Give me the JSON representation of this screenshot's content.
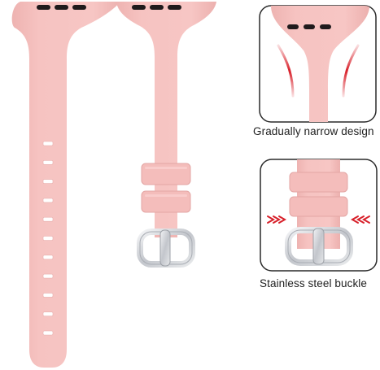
{
  "product": {
    "colors": {
      "band": "#f6c3c1",
      "band_shadow": "#e9aeac",
      "band_hole": "#ffffff",
      "connector_slot": "#1f1a1c",
      "buckle_metal": "#c9ccd1",
      "callout_border": "#2a2a2a",
      "accent_arrow": "#d8202a"
    },
    "icons": [
      "watch-band-strap",
      "watch-band-buckle-strap",
      "narrow-design-detail",
      "buckle-detail",
      "narrow-arrow-icon",
      "squeeze-arrow-icon"
    ]
  },
  "callouts": [
    {
      "caption": "Gradually narrow design"
    },
    {
      "caption": "Stainless steel buckle"
    }
  ]
}
